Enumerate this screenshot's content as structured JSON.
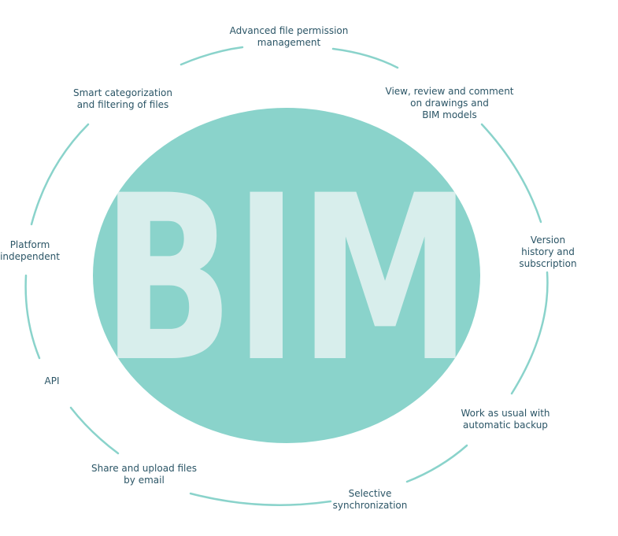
{
  "center_text": "BIM",
  "features": [
    "Advanced file permission\nmanagement",
    "View, review and comment\non drawings and\nBIM models",
    "Version history and\nsubscription",
    "Work as usual with\nautomatic backup",
    "Selective\nsynchronization",
    "Share and upload files\nby email",
    "API",
    "Platform\nindependent",
    "Smart categorization\nand filtering of files"
  ],
  "colors": {
    "ellipse": "#8ad3cb",
    "letters": "#d8eeec",
    "ring": "#8ad3cb",
    "text": "#2b5566"
  }
}
